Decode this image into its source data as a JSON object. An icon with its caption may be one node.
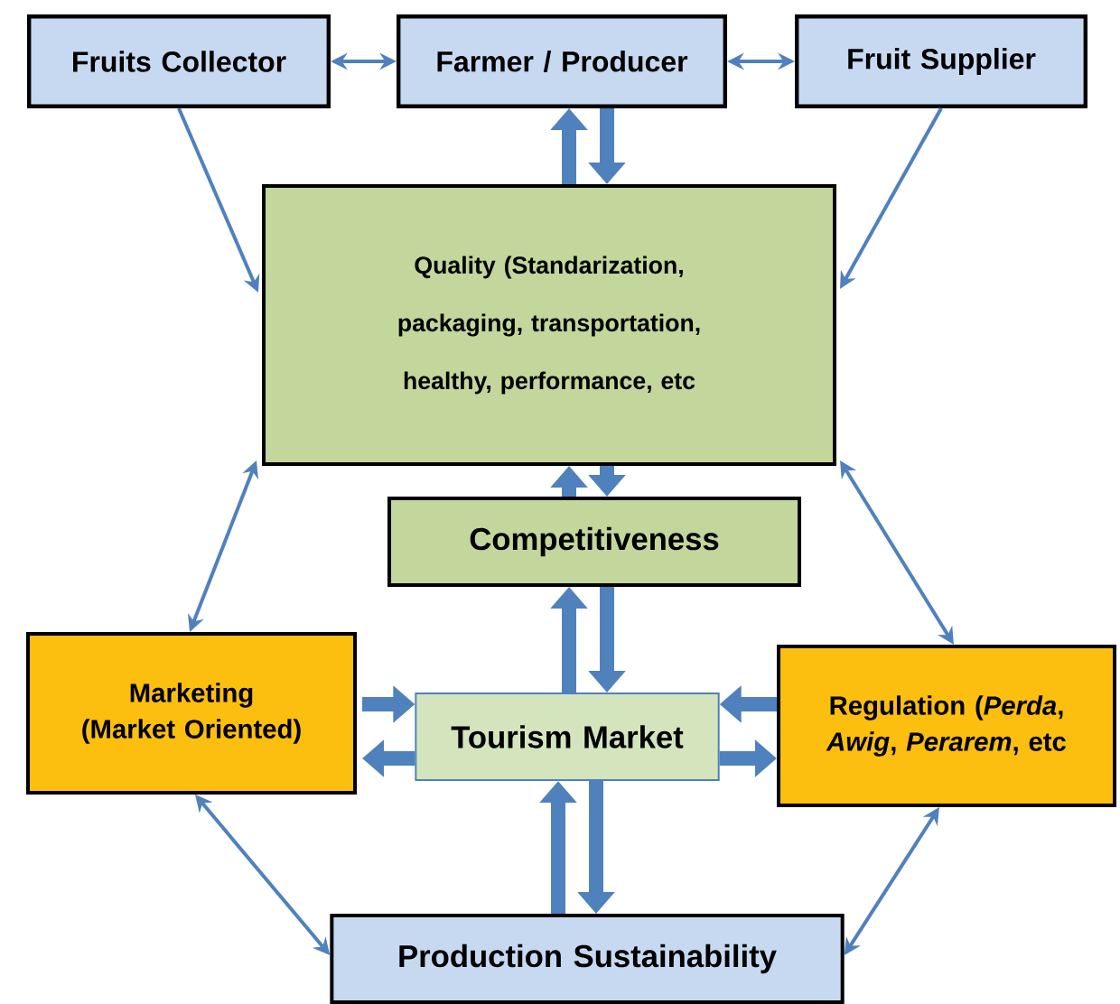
{
  "diagram": {
    "nodes": [
      {
        "text": [
          "Fruits Collector"
        ]
      },
      {
        "text": [
          "Farmer / Producer"
        ]
      },
      {
        "text": [
          "Fruit Supplier"
        ]
      },
      {
        "text": [
          "Quality (Standarization, packaging, transportation, healthy, performance, etc"
        ]
      },
      {
        "text": [
          "Competitiveness"
        ]
      },
      {
        "text": [
          "Marketing (Market Oriented)"
        ]
      },
      {
        "text": [
          "Tourism Market"
        ]
      },
      {
        "text": [
          "Regulation (*Perda*, *Awig*, *Perarem*, etc"
        ]
      },
      {
        "text": [
          "Production Sustainability"
        ]
      }
    ],
    "edges": [
      {
        "from": 0,
        "to": 1,
        "arrow": "both"
      },
      {
        "from": 1,
        "to": 2,
        "arrow": "both"
      },
      {
        "from": 3,
        "to": 1,
        "arrow": "to"
      },
      {
        "from": 1,
        "to": 3,
        "arrow": "to"
      },
      {
        "from": 0,
        "to": 3,
        "arrow": "to"
      },
      {
        "from": 2,
        "to": 3,
        "arrow": "to"
      },
      {
        "from": 3,
        "to": 5,
        "arrow": "both"
      },
      {
        "from": 3,
        "to": 7,
        "arrow": "both"
      },
      {
        "from": 4,
        "to": 3,
        "arrow": "to"
      },
      {
        "from": 3,
        "to": 4,
        "arrow": "to"
      },
      {
        "from": 6,
        "to": 4,
        "arrow": "to"
      },
      {
        "from": 4,
        "to": 6,
        "arrow": "to"
      },
      {
        "from": 5,
        "to": 6,
        "arrow": "to"
      },
      {
        "from": 6,
        "to": 5,
        "arrow": "to"
      },
      {
        "from": 7,
        "to": 6,
        "arrow": "to"
      },
      {
        "from": 6,
        "to": 7,
        "arrow": "to"
      },
      {
        "from": 8,
        "to": 6,
        "arrow": "to"
      },
      {
        "from": 6,
        "to": 8,
        "arrow": "to"
      },
      {
        "from": 5,
        "to": 8,
        "arrow": "both"
      },
      {
        "from": 7,
        "to": 8,
        "arrow": "both"
      }
    ]
  }
}
